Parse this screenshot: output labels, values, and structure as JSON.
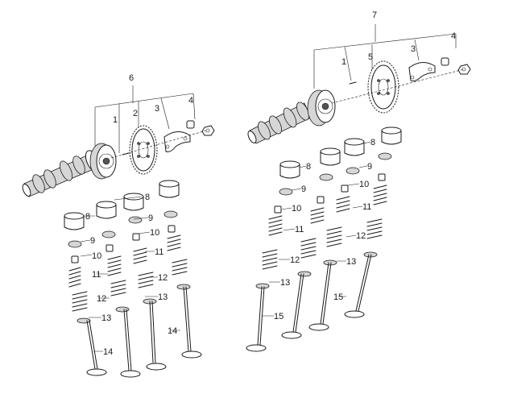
{
  "labels": {
    "left_assembly": "6",
    "right_assembly": "7",
    "l1": "1",
    "l2": "2",
    "l3": "3",
    "l4": "4",
    "r1": "1",
    "r5": "5",
    "r3": "3",
    "r4": "4",
    "l8a": "8",
    "l8b": "8",
    "l9a": "9",
    "l9b": "9",
    "l10a": "10",
    "l10b": "10",
    "l11a": "11",
    "l11b": "11",
    "l12a": "12",
    "l12b": "12",
    "l13a": "13",
    "l13b": "13",
    "l14a": "14",
    "l14b": "14",
    "r8a": "8",
    "r8b": "8",
    "r9a": "9",
    "r9b": "9",
    "r10a": "10",
    "r10b": "10",
    "r11a": "11",
    "r11b": "11",
    "r12a": "12",
    "r12b": "12",
    "r13a": "13",
    "r13b": "13",
    "r15a": "15",
    "r15b": "15"
  }
}
